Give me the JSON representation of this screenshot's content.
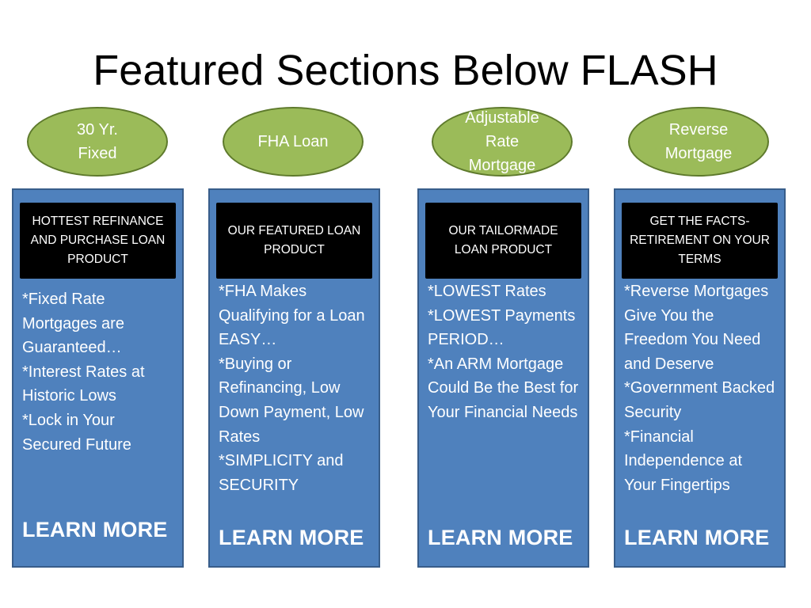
{
  "slide": {
    "title": "Featured Sections Below FLASH"
  },
  "sections": [
    {
      "oval_label": "30 Yr. Fixed",
      "banner": "HOTTEST REFINANCE AND PURCHASE LOAN PRODUCT",
      "lines": [
        "*Fixed Rate Mortgages are Guaranteed…",
        "*Interest Rates at Historic Lows",
        "*Lock in Your Secured Future"
      ],
      "cta": "LEARN MORE"
    },
    {
      "oval_label": "FHA Loan",
      "banner": "OUR FEATURED LOAN PRODUCT",
      "lines": [
        "*FHA Makes Qualifying for a Loan EASY…",
        "*Buying or Refinancing, Low Down Payment, Low Rates",
        "*SIMPLICITY and SECURITY"
      ],
      "cta": "LEARN MORE"
    },
    {
      "oval_label": "Adjustable Rate Mortgage",
      "banner": "OUR TAILORMADE LOAN PRODUCT",
      "lines": [
        "*LOWEST Rates",
        "*LOWEST Payments PERIOD…",
        "*An ARM Mortgage Could Be the Best for Your Financial Needs"
      ],
      "cta": "LEARN MORE"
    },
    {
      "oval_label": "Reverse Mortgage",
      "banner": "GET THE FACTS- RETIREMENT ON YOUR TERMS",
      "lines": [
        "*Reverse Mortgages Give You the Freedom You Need and Deserve",
        "*Government Backed Security",
        "*Financial Independence at Your Fingertips"
      ],
      "cta": "LEARN MORE"
    }
  ],
  "colors": {
    "oval_fill": "#9bbb59",
    "oval_border": "#5e7a2c",
    "card_fill": "#4f81bd",
    "card_border": "#385d8a",
    "banner_fill": "#000000"
  }
}
